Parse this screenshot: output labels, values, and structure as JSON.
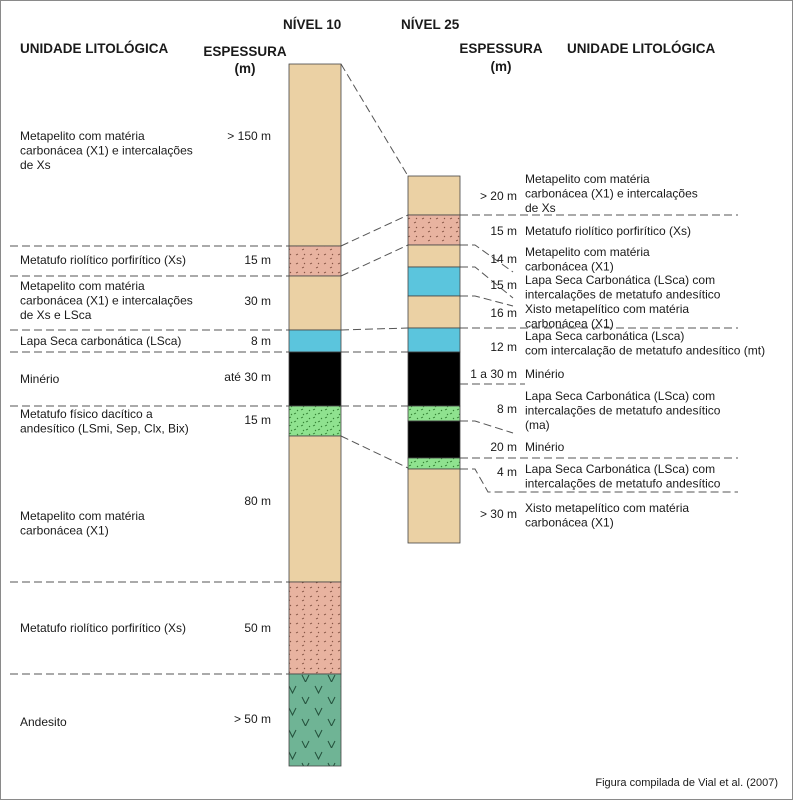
{
  "headers": {
    "level10": "NÍVEL 10",
    "level25": "NÍVEL 25",
    "unit_left": "UNIDADE LITOLÓGICA",
    "thickness_left": [
      "ESPESSURA",
      "(m)"
    ],
    "thickness_right": [
      "ESPESSURA",
      "(m)"
    ],
    "unit_right": "UNIDADE LITOLÓGICA"
  },
  "colors": {
    "metapelito": "#ebd1a4",
    "metatufo_riolitico": "#e8b3a0",
    "lapa_seca": "#5bc5dd",
    "minerio": "#000000",
    "metatufo_verde": "#8fe28f",
    "andesito": "#6fb495",
    "dash": "#555555"
  },
  "column_nivel10": {
    "units": [
      {
        "lines": [
          "Metapelito com matéria",
          "carbonácea (X1) e intercalações",
          "de Xs"
        ],
        "thickness": "> 150 m",
        "lithology": "metapelito"
      },
      {
        "lines": [
          "Metatufo riolítico porfirítico (Xs)"
        ],
        "thickness": "15 m",
        "lithology": "metatufo_riolitico"
      },
      {
        "lines": [
          "Metapelito com matéria",
          "carbonácea (X1) e intercalações",
          "de Xs e LSca"
        ],
        "thickness": "30 m",
        "lithology": "metapelito"
      },
      {
        "lines": [
          "Lapa Seca carbonática (LSca)"
        ],
        "thickness": "8 m",
        "lithology": "lapa_seca"
      },
      {
        "lines": [
          "Minério"
        ],
        "thickness": "até 30 m",
        "lithology": "minerio"
      },
      {
        "lines": [
          "Metatufo físico dacítico a",
          "andesítico (LSmi, Sep, Clx, Bix)"
        ],
        "thickness": "15 m",
        "lithology": "metatufo_verde"
      },
      {
        "lines": [
          "Metapelito com matéria",
          "carbonácea (X1)"
        ],
        "thickness": "80 m",
        "lithology": "metapelito"
      },
      {
        "lines": [
          "Metatufo riolítico porfirítico (Xs)"
        ],
        "thickness": "50 m",
        "lithology": "metatufo_riolitico"
      },
      {
        "lines": [
          "Andesito"
        ],
        "thickness": "> 50 m",
        "lithology": "andesito"
      }
    ]
  },
  "column_nivel25": {
    "units": [
      {
        "lines": [
          "Metapelito com matéria",
          "carbonácea (X1) e intercalações",
          "de Xs"
        ],
        "thickness": "> 20 m",
        "lithology": "metapelito"
      },
      {
        "lines": [
          "Metatufo riolítico porfirítico (Xs)"
        ],
        "thickness": "15 m",
        "lithology": "metatufo_riolitico"
      },
      {
        "lines": [
          "Metapelito com matéria",
          "carbonácea (X1)"
        ],
        "thickness": "14 m",
        "lithology": "metapelito"
      },
      {
        "lines": [
          "Lapa Seca Carbonática (LSca) com",
          "intercalações de metatufo andesítico"
        ],
        "thickness": "15 m",
        "lithology": "lapa_seca"
      },
      {
        "lines": [
          "Xisto metapelítico com matéria",
          "carbonácea (X1)"
        ],
        "thickness": "16 m",
        "lithology": "metapelito"
      },
      {
        "lines": [
          "Lapa Seca carbonática (Lsca)",
          "com intercalação de metatufo andesítico (mt)"
        ],
        "thickness": "12 m",
        "lithology": "lapa_seca"
      },
      {
        "lines": [
          "Minério"
        ],
        "thickness": "1 a 30 m",
        "lithology": "minerio"
      },
      {
        "lines": [
          "Lapa Seca Carbonática (LSca) com",
          "intercalações de metatufo andesítico",
          "(ma)"
        ],
        "thickness": "8 m",
        "lithology": "metatufo_verde"
      },
      {
        "lines": [
          "Minério"
        ],
        "thickness": "20 m",
        "lithology": "minerio"
      },
      {
        "lines": [
          "Lapa Seca Carbonática (LSca) com",
          "intercalações de metatufo andesítico"
        ],
        "thickness": "4 m",
        "lithology": "metatufo_verde"
      },
      {
        "lines": [
          "Xisto metapelítico com matéria",
          "carbonácea (X1)"
        ],
        "thickness": "> 30 m",
        "lithology": "metapelito"
      }
    ]
  },
  "credit": "Figura compilada de Vial et al. (2007)"
}
